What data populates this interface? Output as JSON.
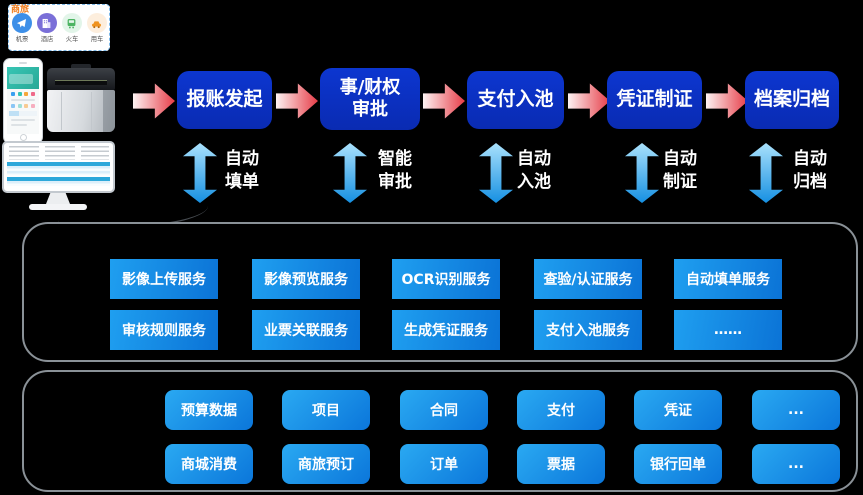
{
  "travel_card": {
    "label": "商旅",
    "items": [
      {
        "name": "机票",
        "icon": "plane-icon",
        "color": "#3d8fe8"
      },
      {
        "name": "酒店",
        "icon": "hotel-icon",
        "color": "#7a6fd8"
      },
      {
        "name": "火车",
        "icon": "train-icon",
        "color": "#4cb463"
      },
      {
        "name": "用车",
        "icon": "car-icon",
        "color": "#f0921e"
      }
    ]
  },
  "flow": {
    "steps": [
      {
        "line1": "报账发起",
        "line2": ""
      },
      {
        "line1": "事/财权",
        "line2": "审批"
      },
      {
        "line1": "支付入池",
        "line2": ""
      },
      {
        "line1": "凭证制证",
        "line2": ""
      },
      {
        "line1": "档案归档",
        "line2": ""
      }
    ],
    "auto_features": [
      {
        "line1": "自动",
        "line2": "填单"
      },
      {
        "line1": "智能",
        "line2": "审批"
      },
      {
        "line1": "自动",
        "line2": "入池"
      },
      {
        "line1": "自动",
        "line2": "制证"
      },
      {
        "line1": "自动",
        "line2": "归档"
      }
    ]
  },
  "services": {
    "row1": [
      "影像上传服务",
      "影像预览服务",
      "OCR识别服务",
      "查验/认证服务",
      "自动填单服务"
    ],
    "row2": [
      "审核规则服务",
      "业票关联服务",
      "生成凭证服务",
      "支付入池服务",
      "……"
    ]
  },
  "data_sources": {
    "row1": [
      "预算数据",
      "项目",
      "合同",
      "支付",
      "凭证",
      "..."
    ],
    "row2": [
      "商城消费",
      "商旅预订",
      "订单",
      "票据",
      "银行回单",
      "..."
    ]
  },
  "colors": {
    "background": "#000000",
    "step_box_blue": "#0a2fc2",
    "process_arrow_red": "#e63c47",
    "auto_arrow_cyan": "#1690e2",
    "service_button_blue": "#0d77d8",
    "travel_tag_orange": "#f07c1c"
  }
}
